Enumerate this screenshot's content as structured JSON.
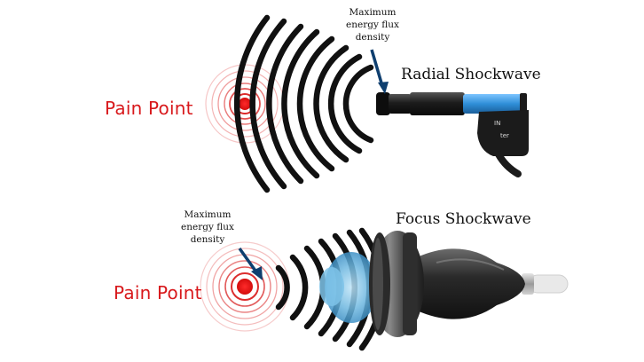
{
  "radial": {
    "title": "Radial Shockwave",
    "pain_label": "Pain Point",
    "annotation": [
      "Maximum",
      "energy flux",
      "density"
    ],
    "device_mark": [
      "IN",
      "ter"
    ]
  },
  "focus": {
    "title": "Focus Shockwave",
    "pain_label": "Pain Point",
    "annotation": [
      "Maximum",
      "energy flux",
      "density"
    ]
  },
  "colors": {
    "pain_red": "#d8191c",
    "arrow_blue": "#0f3f6f",
    "wave_black": "#111111",
    "focus_blue": "#5aa9d6",
    "device_blue": "#2f8fd8"
  }
}
